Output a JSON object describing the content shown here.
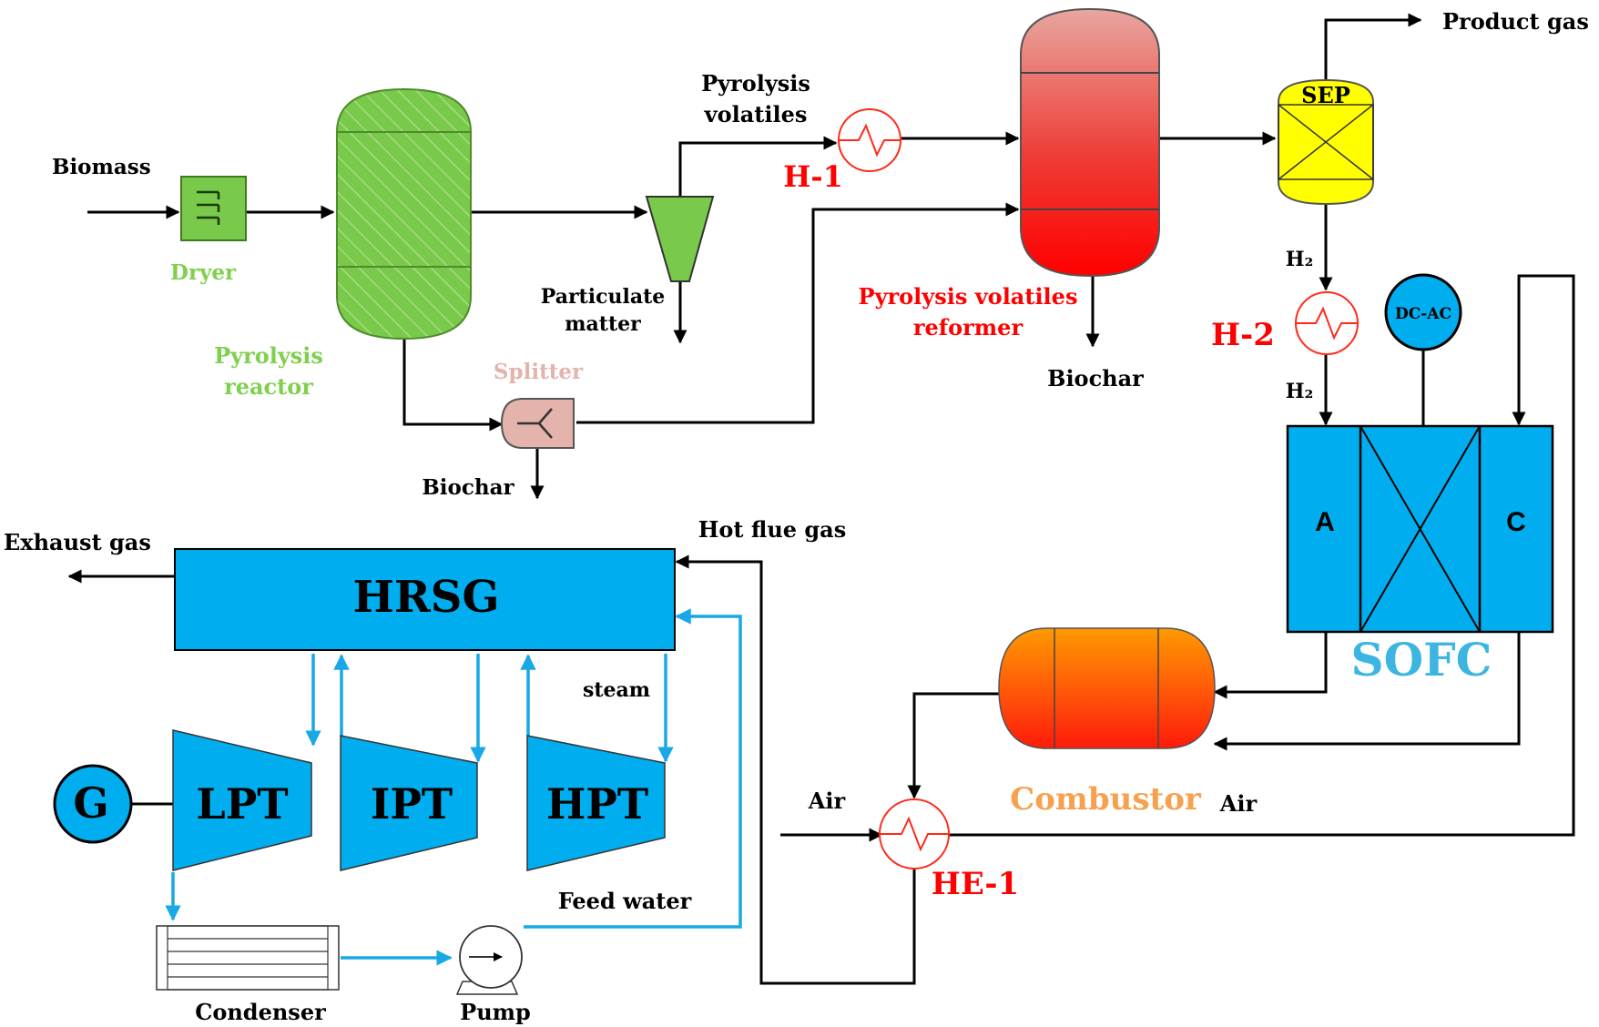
{
  "labels": {
    "biomass": "Biomass",
    "dryer": "Dryer",
    "pyrolysis_reactor_1": "Pyrolysis",
    "pyrolysis_reactor_2": "reactor",
    "pyrolysis_volatiles_1": "Pyrolysis",
    "pyrolysis_volatiles_2": "volatiles",
    "particulate_1": "Particulate",
    "particulate_2": "matter",
    "splitter": "Splitter",
    "biochar_left": "Biochar",
    "h1": "H-1",
    "reformer_1": "Pyrolysis volatiles",
    "reformer_2": "reformer",
    "biochar_right": "Biochar",
    "product_gas": "Product gas",
    "sep": "SEP",
    "h2_top": "H₂",
    "h2_bottom": "H₂",
    "h2_heater": "H-2",
    "dcac": "DC-AC",
    "anode": "A",
    "cathode": "C",
    "sofc": "SOFC",
    "exhaust_gas": "Exhaust gas",
    "hrsg": "HRSG",
    "hot_flue_gas": "Hot flue gas",
    "steam": "steam",
    "generator": "G",
    "lpt": "LPT",
    "ipt": "IPT",
    "hpt": "HPT",
    "feed_water": "Feed water",
    "condenser": "Condenser",
    "pump": "Pump",
    "combustor": "Combustor",
    "air_left": "Air",
    "air_right": "Air",
    "he1": "HE-1"
  },
  "colors": {
    "green": "#79c94a",
    "green_label": "#7fd04c",
    "splitter": "#e3b3ac",
    "red_label": "#ff0000",
    "blue": "#00aeef",
    "blue_line": "#18a8e6",
    "sofc_label": "#3cb6e0",
    "sep": "#ffff00",
    "combustor_label": "#f7a14e"
  }
}
